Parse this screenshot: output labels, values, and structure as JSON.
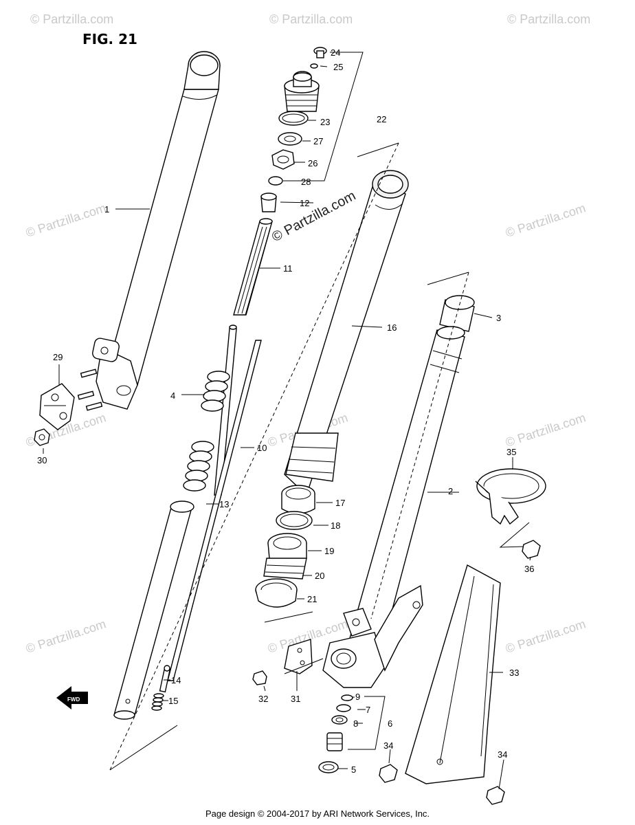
{
  "figure": {
    "title": "FIG. 21"
  },
  "watermark": {
    "text": "© Partzilla.com",
    "center_text": "© Partzilla.com"
  },
  "fwd_arrow": {
    "label": "FWD"
  },
  "callouts": [
    {
      "id": "c1",
      "label": "1"
    },
    {
      "id": "c2",
      "label": "2"
    },
    {
      "id": "c3",
      "label": "3"
    },
    {
      "id": "c4",
      "label": "4"
    },
    {
      "id": "c5",
      "label": "5"
    },
    {
      "id": "c6",
      "label": "6"
    },
    {
      "id": "c7",
      "label": "7"
    },
    {
      "id": "c8",
      "label": "8"
    },
    {
      "id": "c9",
      "label": "9"
    },
    {
      "id": "c10",
      "label": "10"
    },
    {
      "id": "c11",
      "label": "11"
    },
    {
      "id": "c12",
      "label": "12"
    },
    {
      "id": "c13",
      "label": "13"
    },
    {
      "id": "c14",
      "label": "14"
    },
    {
      "id": "c15",
      "label": "15"
    },
    {
      "id": "c16",
      "label": "16"
    },
    {
      "id": "c17",
      "label": "17"
    },
    {
      "id": "c18",
      "label": "18"
    },
    {
      "id": "c19",
      "label": "19"
    },
    {
      "id": "c20",
      "label": "20"
    },
    {
      "id": "c21",
      "label": "21"
    },
    {
      "id": "c22",
      "label": "22"
    },
    {
      "id": "c23",
      "label": "23"
    },
    {
      "id": "c24",
      "label": "24"
    },
    {
      "id": "c25",
      "label": "25"
    },
    {
      "id": "c26",
      "label": "26"
    },
    {
      "id": "c27",
      "label": "27"
    },
    {
      "id": "c28",
      "label": "28"
    },
    {
      "id": "c29",
      "label": "29"
    },
    {
      "id": "c30",
      "label": "30"
    },
    {
      "id": "c31",
      "label": "31"
    },
    {
      "id": "c32",
      "label": "32"
    },
    {
      "id": "c33",
      "label": "33"
    },
    {
      "id": "c34a",
      "label": "34"
    },
    {
      "id": "c34b",
      "label": "34"
    },
    {
      "id": "c35",
      "label": "35"
    },
    {
      "id": "c36",
      "label": "36"
    }
  ],
  "footer": {
    "text": "Page design © 2004-2017 by ARI Network Services, Inc."
  }
}
